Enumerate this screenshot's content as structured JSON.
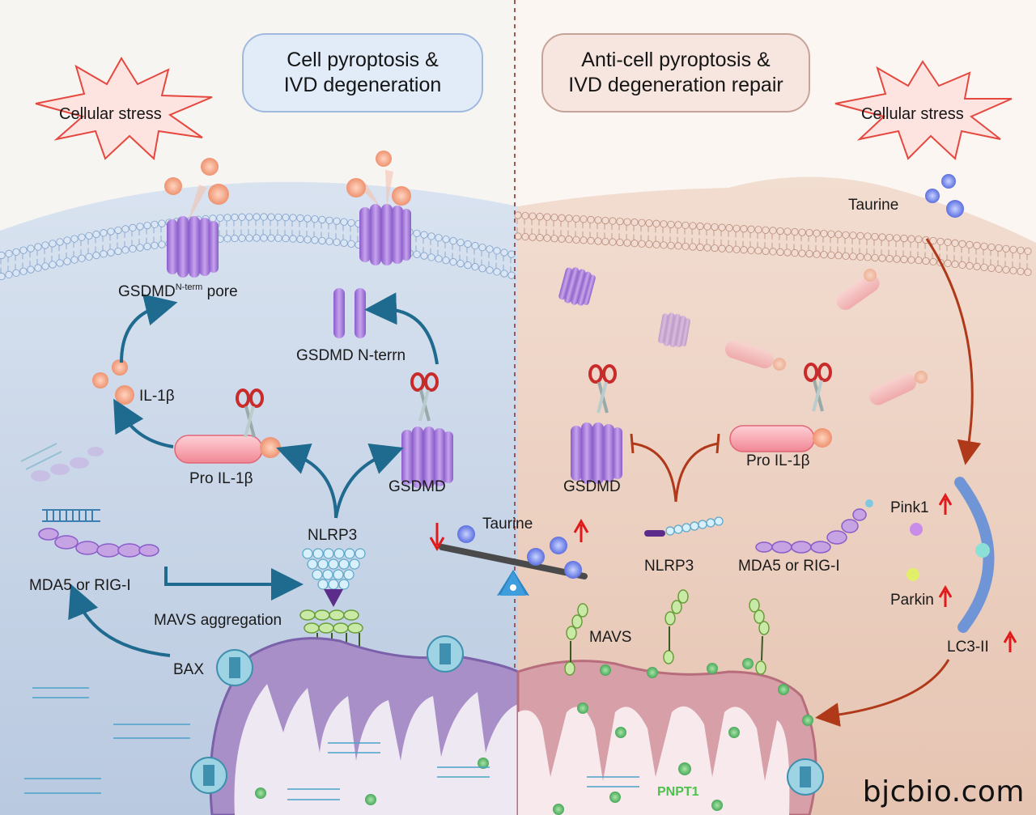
{
  "left_panel": {
    "title_line1": "Cell pyroptosis &",
    "title_line2": "IVD degeneration",
    "stress": "Cellular stress",
    "pore_label": "GSDMD",
    "pore_sup": "N-term",
    "pore_suffix": " pore",
    "nterm_label": "GSDMD N-terrn",
    "il1b": "IL-1β",
    "pro_il1b": "Pro IL-1β",
    "gsdmd": "GSDMD",
    "nlrp3": "NLRP3",
    "mda5": "MDA5 or RIG-I",
    "mavs": "MAVS aggregation",
    "bax": "BAX"
  },
  "center": {
    "taurine": "Taurine"
  },
  "right_panel": {
    "title_line1": "Anti-cell pyroptosis &",
    "title_line2": "IVD degeneration repair",
    "stress": "Cellular stress",
    "taurine": "Taurine",
    "gsdmd": "GSDMD",
    "pro_il1b": "Pro IL-1β",
    "nlrp3": "NLRP3",
    "mda5": "MDA5 or RIG-I",
    "mavs": "MAVS",
    "pink1": "Pink1",
    "parkin": "Parkin",
    "lc3": "LC3-II",
    "pnpt1": "PNPT1"
  },
  "watermark": "bjcbio.com",
  "colors": {
    "left_bg": "#cdd9ea",
    "right_bg": "#ecd0c1",
    "blue_arrow": "#1f6a8f",
    "red_arrow": "#b0391a",
    "up_arrow": "#e01a1a",
    "gsdmd_purple": "#a67ad6",
    "bead_orange": "#f0a07e"
  }
}
